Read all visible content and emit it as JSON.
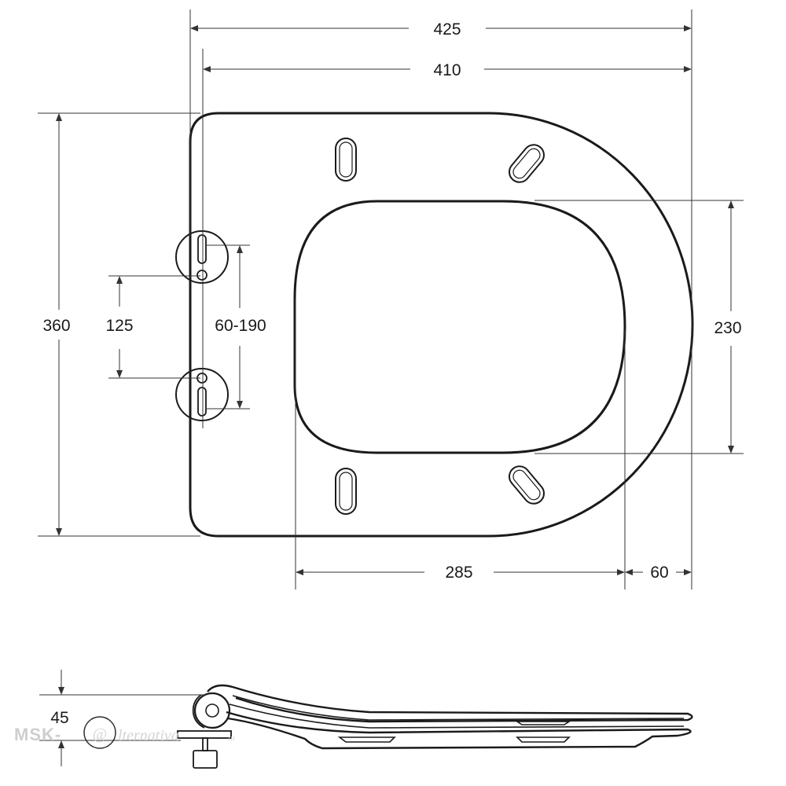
{
  "dimensions": {
    "overall_width": "425",
    "hinge_width": "410",
    "overall_length": "360",
    "hinge_spacing": "125",
    "hinge_adjust_range": "60-190",
    "opening_width": "230",
    "opening_length": "285",
    "front_rim": "60",
    "profile_height": "45"
  },
  "watermark": {
    "prefix": "MSK-",
    "at": "@",
    "name": "lternativa",
    "suffix": ".ru"
  },
  "colors": {
    "line": "#1a1a1a",
    "dimension": "#333333",
    "watermark": "#c9c9c9"
  }
}
